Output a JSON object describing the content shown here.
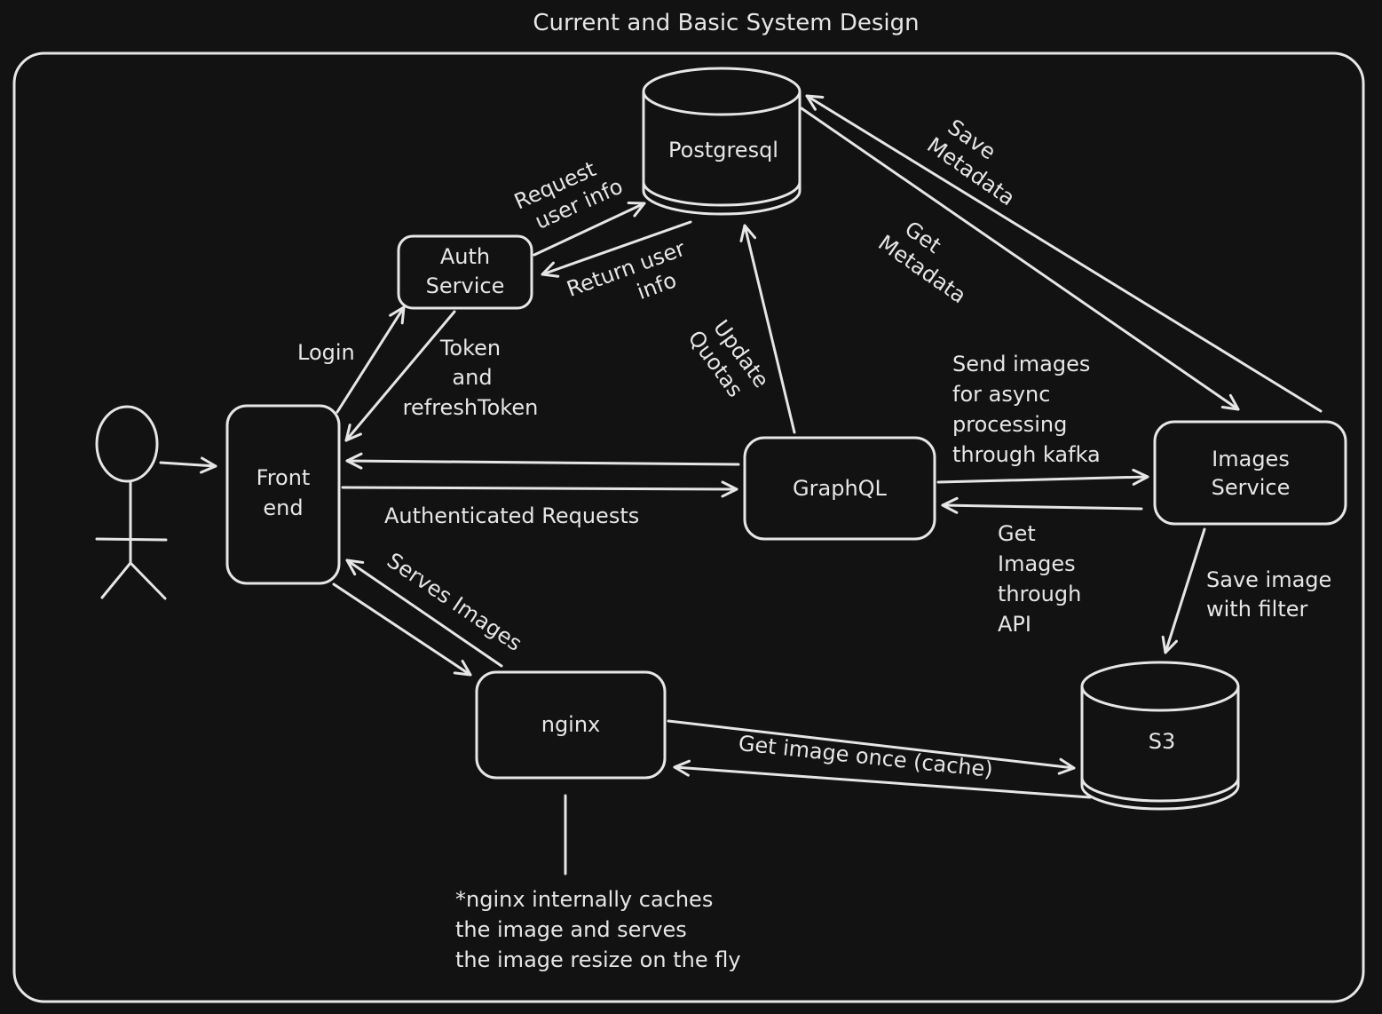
{
  "title": "Current and Basic System Design",
  "nodes": {
    "frontend": [
      "Front",
      "end"
    ],
    "auth": [
      "Auth",
      "Service"
    ],
    "postgres": "Postgresql",
    "graphql": "GraphQL",
    "images": [
      "Images",
      "Service"
    ],
    "nginx": "nginx",
    "s3": "S3"
  },
  "edges": {
    "login": "Login",
    "token": [
      "Token",
      "and",
      "refreshToken"
    ],
    "request_user_info": [
      "Request",
      "user info"
    ],
    "return_user_info": [
      "Return user",
      "info"
    ],
    "update_quotas": [
      "Update",
      "Quotas"
    ],
    "save_metadata": [
      "Save",
      "Metadata"
    ],
    "get_metadata": [
      "Get",
      "Metadata"
    ],
    "authenticated_requests": "Authenticated Requests",
    "send_images": [
      "Send images",
      "for async",
      "processing",
      "through kafka"
    ],
    "get_images_api": [
      "Get",
      "Images",
      "through",
      "API"
    ],
    "save_image_filter": [
      "Save image",
      "with filter"
    ],
    "serves_images": "Serves Images",
    "get_image_once": "Get image once (cache)"
  },
  "note": [
    "*nginx internally caches",
    "the image and serves",
    "the image resize on the fly"
  ],
  "colors": {
    "background": "#121212",
    "stroke": "#e6e6e6"
  }
}
